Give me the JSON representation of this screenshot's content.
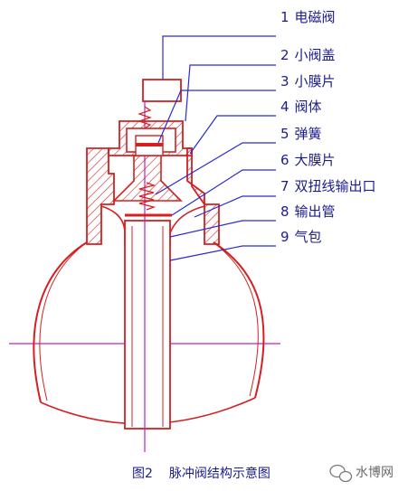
{
  "labels": [
    {
      "num": "1",
      "text": "电磁阀"
    },
    {
      "num": "2",
      "text": "小阀盖"
    },
    {
      "num": "3",
      "text": "小膜片"
    },
    {
      "num": "4",
      "text": "阀体"
    },
    {
      "num": "5",
      "text": "弹簧"
    },
    {
      "num": "6",
      "text": "大膜片"
    },
    {
      "num": "7",
      "text": "双扭线输出口"
    },
    {
      "num": "8",
      "text": "输出管"
    },
    {
      "num": "9",
      "text": "气包"
    }
  ],
  "caption": {
    "fig": "图2",
    "title": "脉冲阀结构示意图"
  },
  "watermark": "水博网",
  "colors": {
    "outline": "#d42020",
    "leader": "#2a2ad0",
    "axis": "#c020c0",
    "text": "#1c1c8c"
  }
}
